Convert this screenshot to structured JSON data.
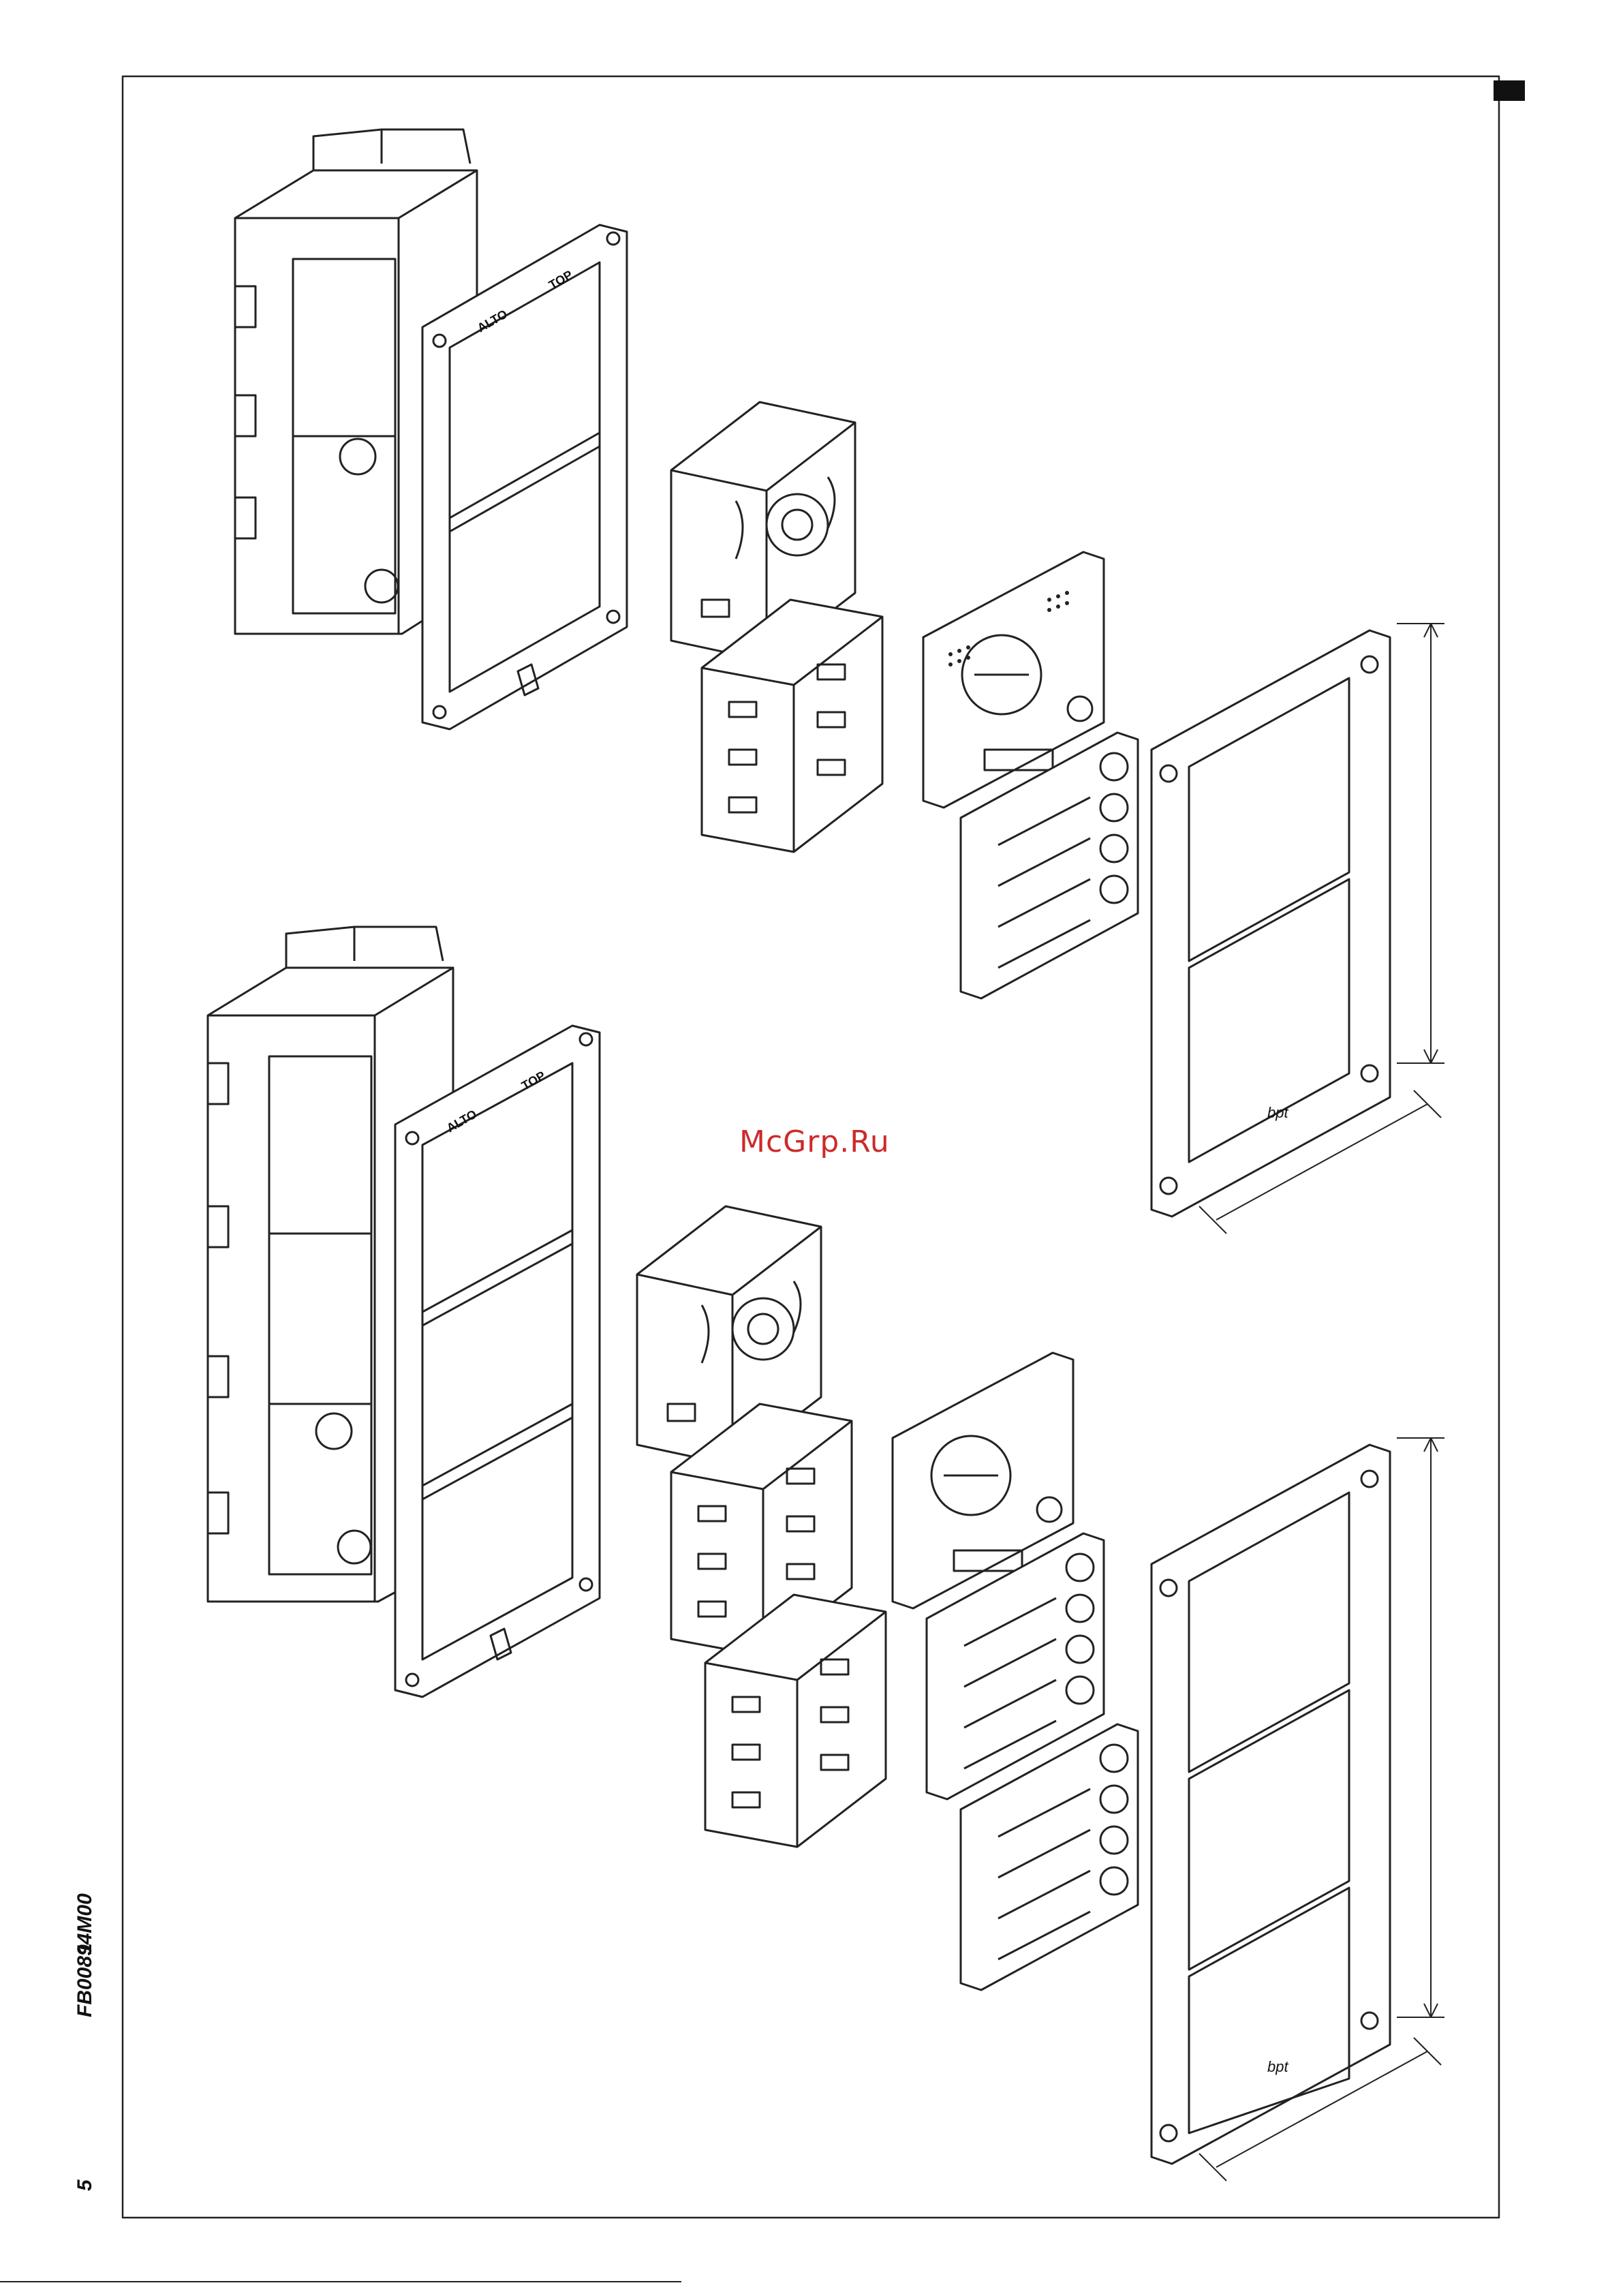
{
  "sheet": {
    "page_number": "5",
    "doc_code": "FB00894M00",
    "revision": "1",
    "watermark": "McGrp.Ru",
    "marker_color": "#111111"
  },
  "labels": {
    "frame_text_alto": "ALTO",
    "frame_text_top": "TOP",
    "brand_logo": "bpt"
  }
}
